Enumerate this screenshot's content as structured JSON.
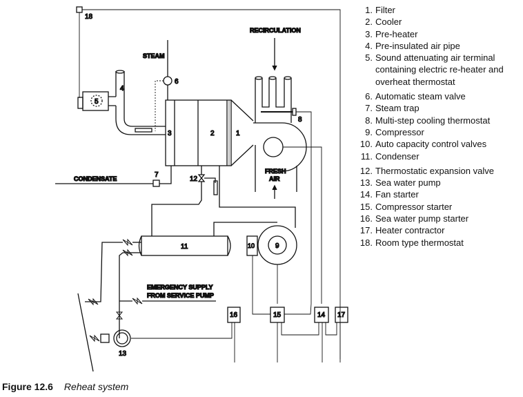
{
  "diagram": {
    "labels": {
      "recirculation": "RECIRCULATION",
      "steam": "STEAM",
      "condensate": "CONDENSATE",
      "fresh": "FRESH",
      "air": "AIR",
      "emergency1": "EMERGENCY SUPPLY",
      "emergency2": "FROM SERVICE PUMP"
    },
    "numbers": {
      "n1": "1",
      "n2": "2",
      "n3": "3",
      "n4": "4",
      "n5": "5",
      "n6": "6",
      "n7": "7",
      "n8": "8",
      "n9": "9",
      "n10": "10",
      "n11": "11",
      "n12": "12",
      "n13": "13",
      "n14": "14",
      "n15": "15",
      "n16": "16",
      "n17": "17",
      "n18": "18"
    }
  },
  "legend": [
    {
      "num": "1.",
      "text": "Filter"
    },
    {
      "num": "2.",
      "text": "Cooler"
    },
    {
      "num": "3.",
      "text": "Pre-heater"
    },
    {
      "num": "4.",
      "text": "Pre-insulated air pipe"
    },
    {
      "num": "5.",
      "text": "Sound attenuating air terminal containing electric re-heater and overheat thermostat"
    },
    {
      "num": "6.",
      "text": "Automatic steam valve"
    },
    {
      "num": "7.",
      "text": "Steam trap"
    },
    {
      "num": "8.",
      "text": "Multi-step cooling thermostat"
    },
    {
      "num": "9.",
      "text": "Compressor"
    },
    {
      "num": "10.",
      "text": "Auto capacity control valves"
    },
    {
      "num": "11.",
      "text": "Condenser"
    },
    {
      "num": "12.",
      "text": "Thermostatic expansion valve"
    },
    {
      "num": "13.",
      "text": "Sea water pump"
    },
    {
      "num": "14.",
      "text": "Fan starter"
    },
    {
      "num": "15.",
      "text": "Compressor starter"
    },
    {
      "num": "16.",
      "text": "Sea water pump starter"
    },
    {
      "num": "17.",
      "text": "Heater contractor"
    },
    {
      "num": "18.",
      "text": "Room type thermostat"
    }
  ],
  "caption": {
    "figure": "Figure 12.6",
    "title": "Reheat system"
  }
}
